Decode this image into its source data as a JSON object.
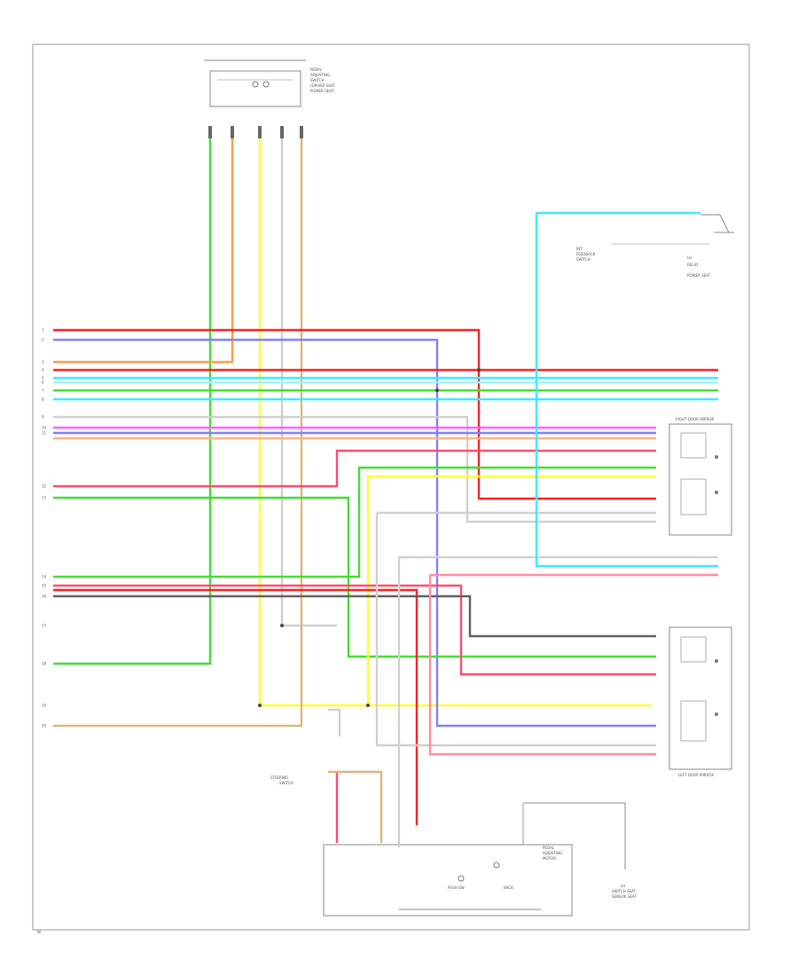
{
  "colors": {
    "red": "#ff2020",
    "pink": "#ff4d6d",
    "lightpink": "#ff8ca0",
    "orange": "#ff9a50",
    "lightorange": "#ffb48a",
    "yellow": "#ffff30",
    "green": "#44dd33",
    "lightgreen": "#7ae85a",
    "cyan": "#40e8ff",
    "lightcyan": "#9ef4ff",
    "blue": "#5050ff",
    "violet": "#8080ff",
    "magenta": "#ff60ff",
    "gray": "#606060",
    "lightgray": "#cfcfcf",
    "white": "#e6e6e6",
    "tan": "#d8b878",
    "black": "#202020"
  },
  "footer_code": "W...",
  "components": {
    "top_switch_caption": [
      "PEDAL",
      "ADJUSTING",
      "SWITCH",
      "(DRIVER SEAT",
      "POWER SEAT)"
    ],
    "right_top_caption": [
      "INT",
      "FEEDBACK",
      "SWITCH"
    ],
    "right_top_caption2": [
      "LH",
      "RELAY",
      "POWER SEAT"
    ],
    "right_door_caption": [
      "RIGHT DOOR MIRROR"
    ],
    "left_door_caption": [
      "LEFT DOOR MIRROR"
    ],
    "steering_caption": [
      "STEERING",
      "SWITCH"
    ],
    "pedal_motor_caption": [
      "PEDAL",
      "ADJUSTING",
      "MOTOR"
    ],
    "bottom_right_caption": [
      "LH",
      "SWITCH SEAT",
      "SENSOR SEAT"
    ],
    "bottom_box_labels": [
      "PUSH SW",
      "BACK"
    ]
  },
  "pin_numbers": [
    "1",
    "2",
    "3",
    "4",
    "5",
    "6",
    "7",
    "8",
    "9",
    "10",
    "11",
    "12",
    "13",
    "14",
    "15",
    "16",
    "17",
    "18",
    "19",
    "20"
  ]
}
